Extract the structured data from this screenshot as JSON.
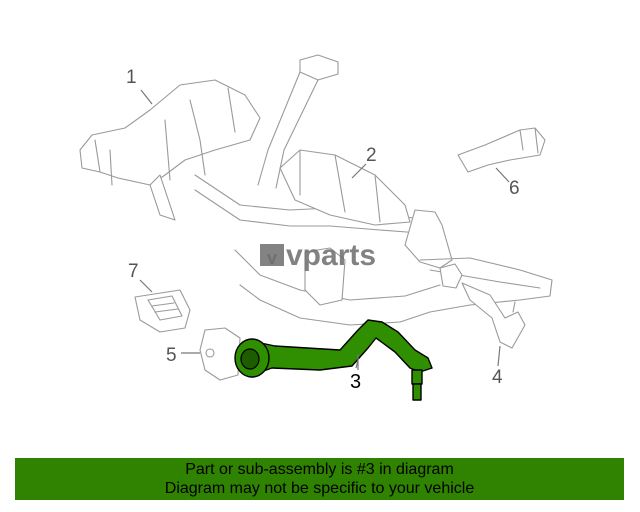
{
  "diagram": {
    "callouts": [
      "1",
      "2",
      "3",
      "4",
      "5",
      "6",
      "7"
    ],
    "highlight_color": "#2f8f00"
  },
  "watermark": {
    "logo_text": "vparts"
  },
  "banner": {
    "line1": "Part or sub-assembly is #3 in diagram",
    "line2": "Diagram may not be specific to your vehicle",
    "color": "#2f8300"
  }
}
